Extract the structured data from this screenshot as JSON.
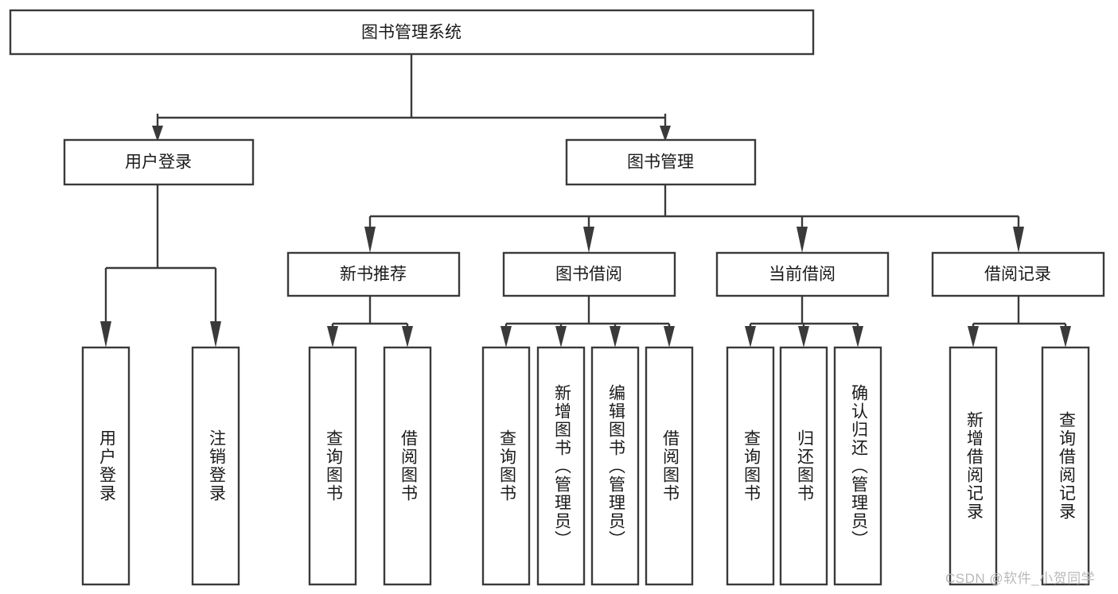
{
  "diagram": {
    "type": "tree-hierarchy-chart",
    "title": "图书管理系统",
    "watermark": "CSDN @软件_小贺同学",
    "colors": {
      "background": "#ffffff",
      "stroke": "#3a3a3a",
      "text": "#1a1a1a",
      "watermark": "#b9b9b9"
    },
    "levels": {
      "level0": {
        "label": "图书管理系统"
      },
      "level1": [
        {
          "label": "用户登录"
        },
        {
          "label": "图书管理"
        }
      ],
      "level2": [
        {
          "label": "新书推荐"
        },
        {
          "label": "图书借阅"
        },
        {
          "label": "当前借阅"
        },
        {
          "label": "借阅记录"
        }
      ],
      "level3": {
        "user_login": [
          {
            "label": "用户登录"
          },
          {
            "label": "注销登录"
          }
        ],
        "new_book_recommend": [
          {
            "label": "查询图书"
          },
          {
            "label": "借阅图书"
          }
        ],
        "book_borrow": [
          {
            "label": "查询图书"
          },
          {
            "label": "新增图书（管理员）"
          },
          {
            "label": "编辑图书（管理员）"
          },
          {
            "label": "借阅图书"
          }
        ],
        "current_borrow": [
          {
            "label": "查询图书"
          },
          {
            "label": "归还图书"
          },
          {
            "label": "确认归还（管理员）"
          }
        ],
        "borrow_record": [
          {
            "label": "新增借阅记录"
          },
          {
            "label": "查询借阅记录"
          }
        ]
      }
    }
  }
}
